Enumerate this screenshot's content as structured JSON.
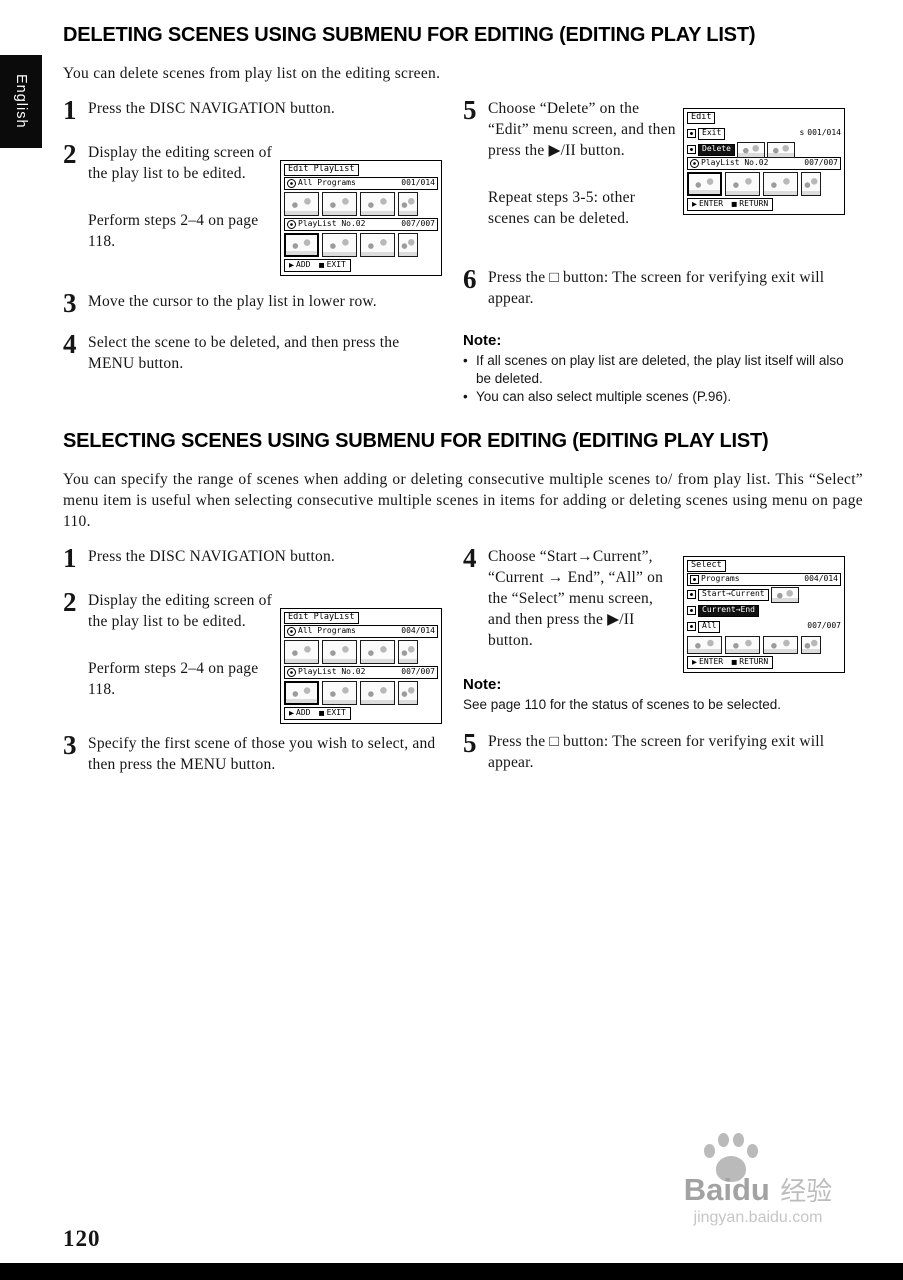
{
  "icons": {
    "play": "▶",
    "stop": "■",
    "bullet": "•"
  },
  "page": {
    "tab": "English",
    "number": "120"
  },
  "watermark": {
    "brand": "Baidu",
    "brand_cn": "经验",
    "url": "jingyan.baidu.com"
  },
  "s1": {
    "title": "DELETING SCENES USING SUBMENU FOR EDITING (EDITING PLAY LIST)",
    "intro": "You can delete scenes from play list on the editing screen.",
    "step1_num": "1",
    "step1": "Press the DISC NAVIGATION button.",
    "step2_num": "2",
    "step2": "Display the editing screen of the play list to be edited.",
    "step2b": "Perform steps 2–4 on page 118.",
    "step3_num": "3",
    "step3": "Move the cursor to the play list in lower row.",
    "step4_num": "4",
    "step4": "Select the scene to be deleted, and then press the MENU button.",
    "step5_num": "5",
    "step5": "Choose “Delete” on the “Edit” menu screen, and then press the ▶/II button.",
    "step5b": "Repeat steps 3-5: other scenes can be deleted.",
    "step6_num": "6",
    "step6": "Press the □ button: The screen for verifying exit will appear.",
    "note_label": "Note:",
    "note1": "If all scenes on play list are deleted, the play list itself will also be deleted.",
    "note2": "You can also select multiple scenes (P.96)."
  },
  "s2": {
    "title": "SELECTING SCENES USING SUBMENU FOR EDITING (EDITING PLAY LIST)",
    "intro": "You can specify the range of scenes when adding or deleting consecutive multiple scenes to/ from play list. This “Select” menu item is useful when selecting consecutive multiple scenes in items for adding or deleting scenes using menu on page 110.",
    "step1_num": "1",
    "step1": "Press the DISC NAVIGATION button.",
    "step2_num": "2",
    "step2": "Display the editing screen of the play list to be edited.",
    "step2b": "Perform steps 2–4 on page 118.",
    "step3_num": "3",
    "step3": "Specify the first scene of those you wish to select, and then press the MENU button.",
    "step4_num": "4",
    "step4": "Choose “Start→Current”, “Current → End”, “All” on the “Select” menu screen, and then press the ▶/II button.",
    "note_label": "Note:",
    "note1": "See page 110 for the status of scenes to be selected.",
    "step5_num": "5",
    "step5": "Press the □ button: The screen for verifying exit will appear."
  },
  "screens": {
    "pl1": {
      "title": "Edit PlayList",
      "row1": "All Programs",
      "row1_count": "001/014",
      "row2": "PlayList No.02",
      "row2_count": "007/007",
      "btn1": "ADD",
      "btn2": "EXIT"
    },
    "edit": {
      "title": "Edit",
      "item1": "Exit",
      "frag": "s",
      "count1": "001/014",
      "item2": "Delete",
      "row2": "PlayList No.02",
      "row2_count": "007/007",
      "btn1": "ENTER",
      "btn2": "RETURN"
    },
    "pl2": {
      "title": "Edit PlayList",
      "row1": "All Programs",
      "row1_count": "004/014",
      "row2": "PlayList No.02",
      "row2_count": "007/007",
      "btn1": "ADD",
      "btn2": "EXIT"
    },
    "select": {
      "title": "Select",
      "row1": "Programs",
      "row1_count": "004/014",
      "item1": "Start→Current",
      "item2": "Current→End",
      "item3": "All",
      "count2": "007/007",
      "btn1": "ENTER",
      "btn2": "RETURN"
    }
  }
}
